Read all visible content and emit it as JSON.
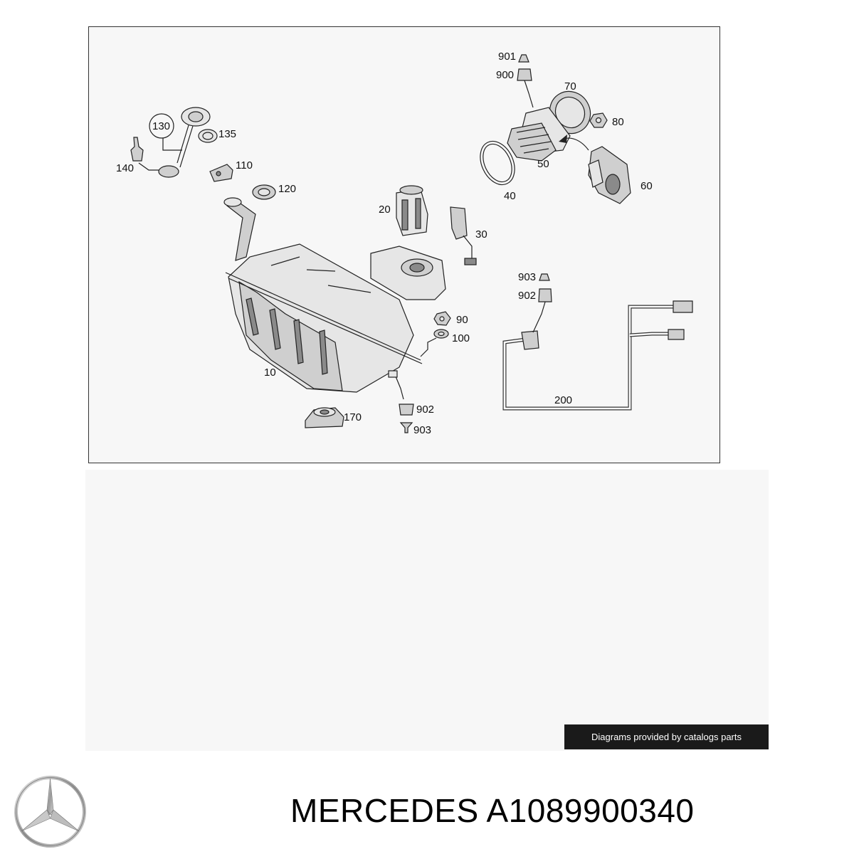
{
  "diagram": {
    "callouts": {
      "c901a": "901",
      "c900": "900",
      "c70": "70",
      "c80": "80",
      "c50": "50",
      "c40": "40",
      "c60": "60",
      "c130": "130",
      "c135": "135",
      "c140": "140",
      "c110": "110",
      "c120": "120",
      "c20": "20",
      "c30": "30",
      "c903a": "903",
      "c902a": "902",
      "c90": "90",
      "c100": "100",
      "c10": "10",
      "c170": "170",
      "c902b": "902",
      "c903b": "903",
      "c200": "200"
    },
    "credit": "Diagrams provided by catalogs parts"
  },
  "footer": {
    "logo_icon": "mercedes-star-icon",
    "brand": "MERCEDES",
    "part_number": "A1089900340",
    "title": "MERCEDES A1089900340"
  },
  "colors": {
    "frame_background": "#f7f7f7",
    "credit_background": "#1a1a1a",
    "credit_text": "#ffffff"
  }
}
